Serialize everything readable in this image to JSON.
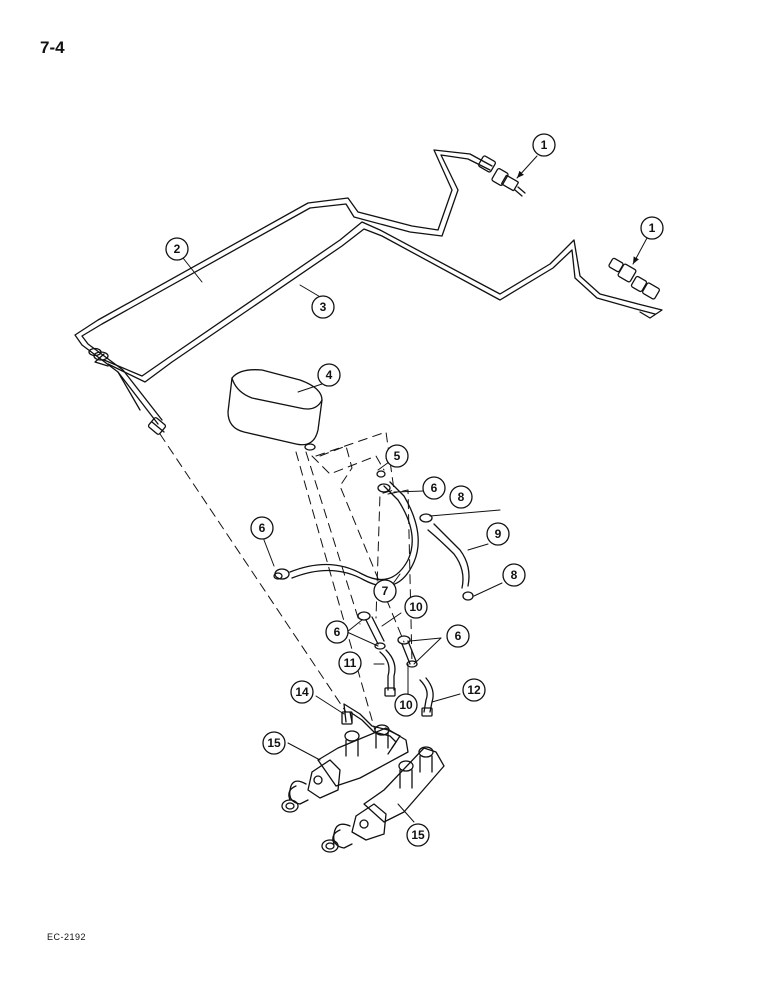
{
  "page": {
    "number": "7-4",
    "figure_code": "EC-2192"
  },
  "colors": {
    "ink": "#111111",
    "paper": "#ffffff"
  },
  "callouts": [
    {
      "id": "c1a",
      "label": "1"
    },
    {
      "id": "c1b",
      "label": "1"
    },
    {
      "id": "c2",
      "label": "2"
    },
    {
      "id": "c3",
      "label": "3"
    },
    {
      "id": "c4",
      "label": "4"
    },
    {
      "id": "c5",
      "label": "5"
    },
    {
      "id": "c6a",
      "label": "6"
    },
    {
      "id": "c6b",
      "label": "6"
    },
    {
      "id": "c6c",
      "label": "6"
    },
    {
      "id": "c6d",
      "label": "6"
    },
    {
      "id": "c7",
      "label": "7"
    },
    {
      "id": "c8a",
      "label": "8"
    },
    {
      "id": "c8b",
      "label": "8"
    },
    {
      "id": "c9",
      "label": "9"
    },
    {
      "id": "c10a",
      "label": "10"
    },
    {
      "id": "c10b",
      "label": "10"
    },
    {
      "id": "c11",
      "label": "11"
    },
    {
      "id": "c12",
      "label": "12"
    },
    {
      "id": "c14",
      "label": "14"
    },
    {
      "id": "c15a",
      "label": "15"
    },
    {
      "id": "c15b",
      "label": "15"
    }
  ]
}
